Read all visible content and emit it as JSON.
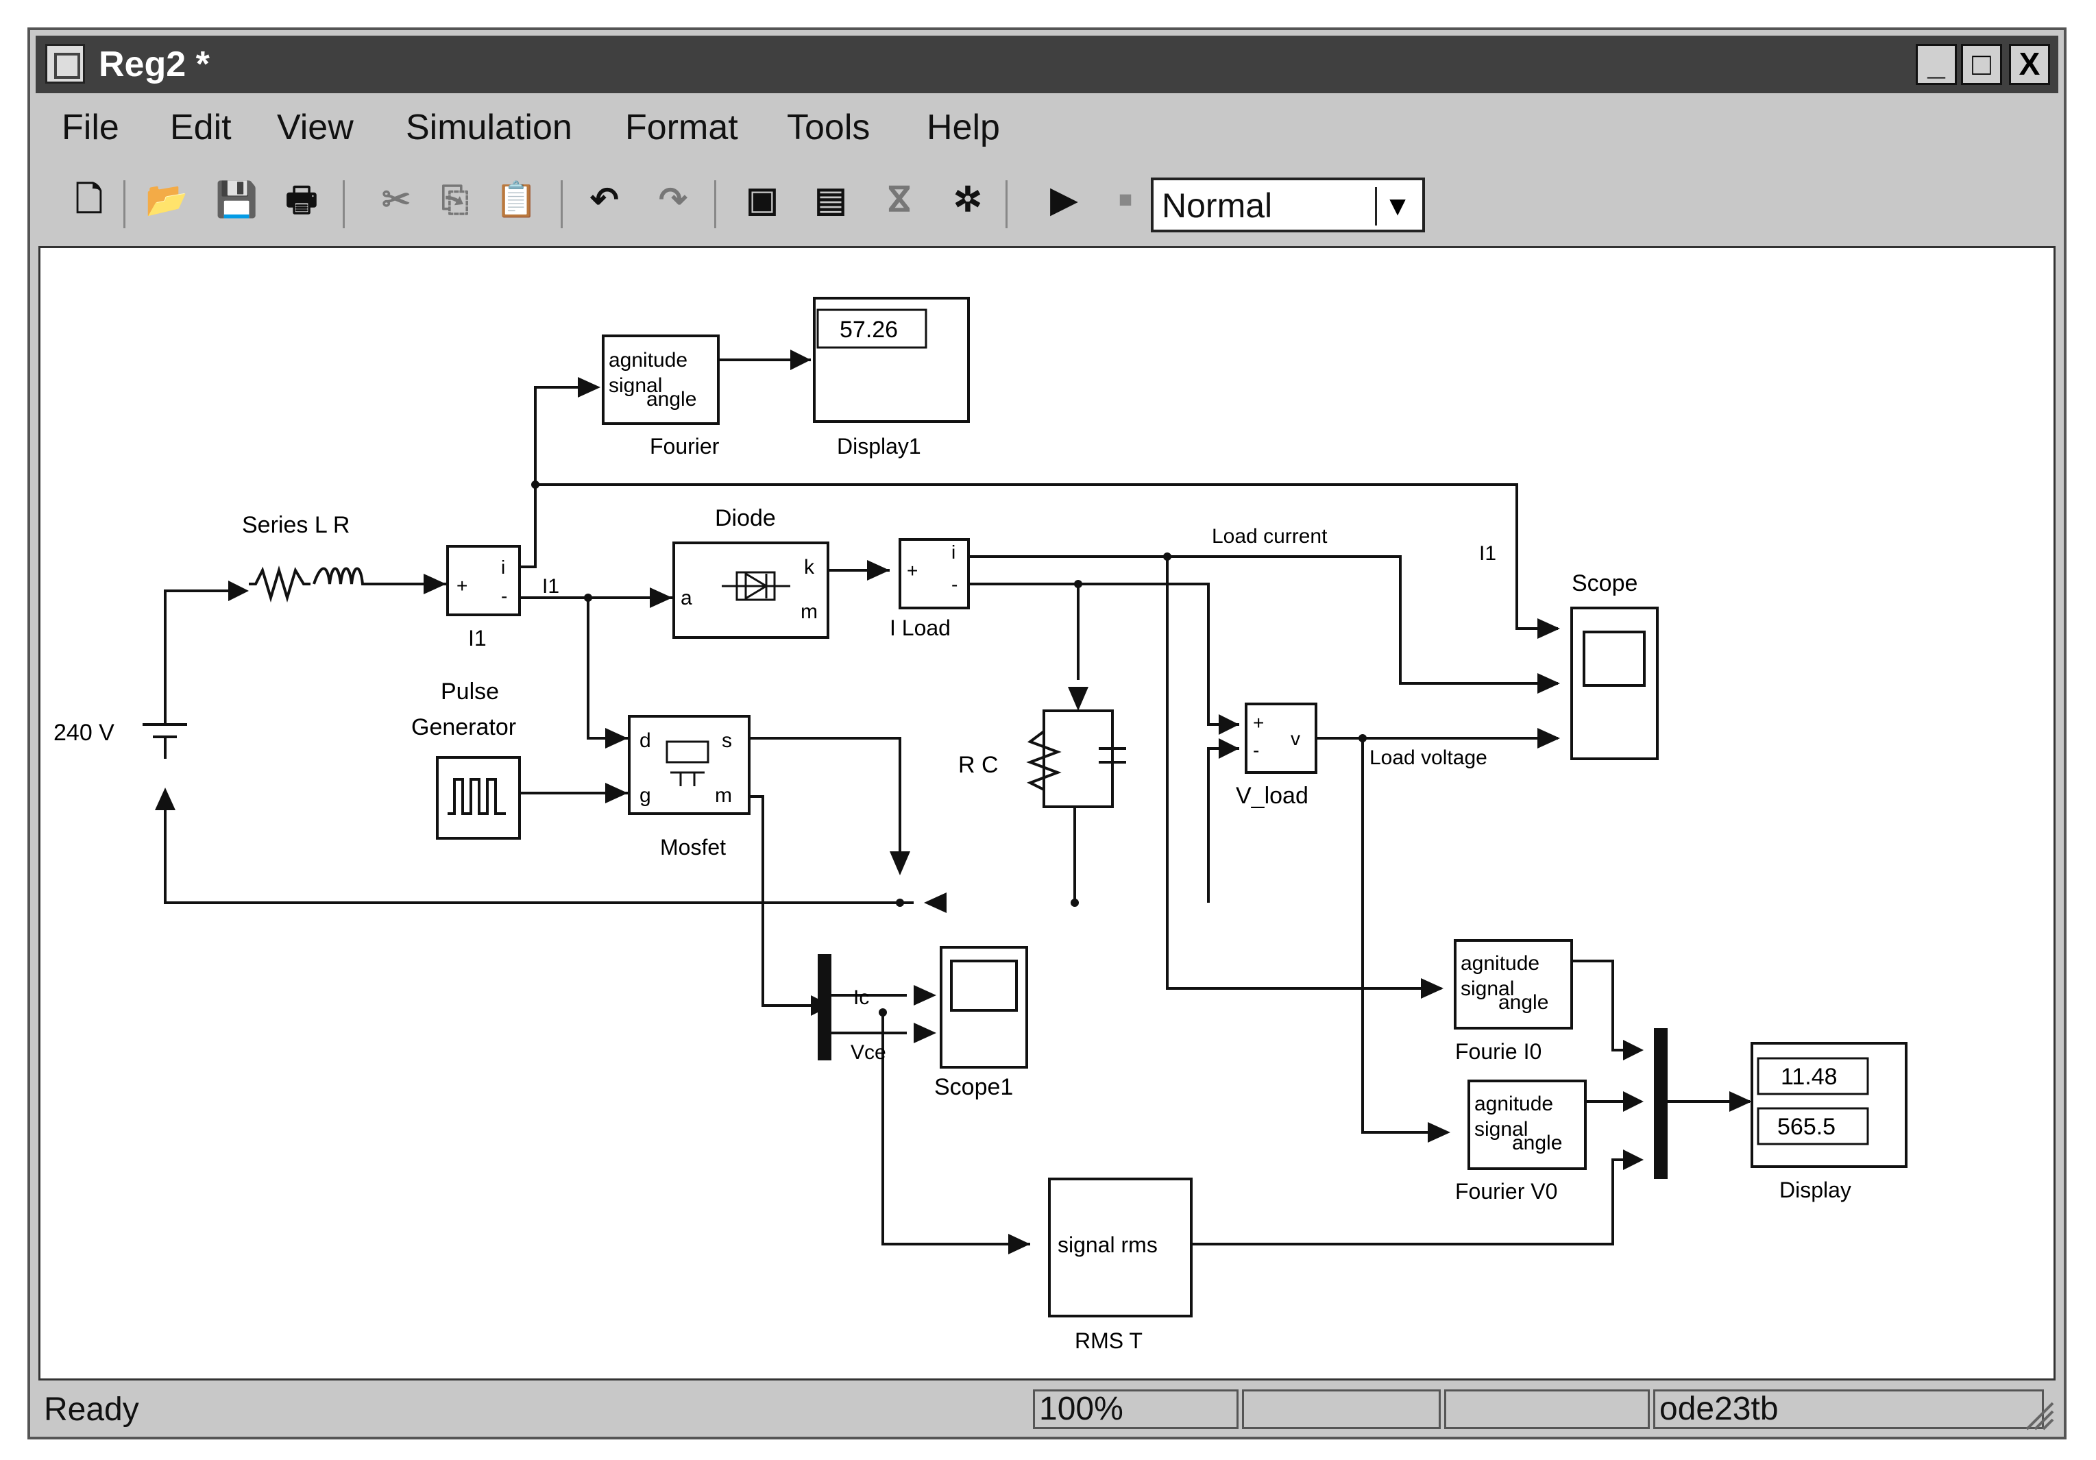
{
  "window": {
    "title": "Reg2 *",
    "minimize": "_",
    "maximize": "□",
    "close": "X"
  },
  "menu": {
    "items": [
      "File",
      "Edit",
      "View",
      "Simulation",
      "Format",
      "Tools",
      "Help"
    ]
  },
  "toolbar": {
    "sim_mode": "Normal"
  },
  "blocks": {
    "fourier": {
      "in": "agnitude",
      "sig": "signal",
      "angle": "angle",
      "label": "Fourier"
    },
    "display1": {
      "value": "57.26",
      "label": "Display1"
    },
    "series_lr": "Series L R",
    "i1": {
      "plus": "+",
      "minus": "-",
      "i": "i",
      "label": "I1"
    },
    "i1_out": "I1",
    "diode": {
      "title": "Diode",
      "a": "a",
      "k": "k",
      "m": "m"
    },
    "iload": {
      "plus": "+",
      "minus": "-",
      "i": "i",
      "label": "I Load"
    },
    "load_current": "Load current",
    "i1_scope": "I1",
    "scope": "Scope",
    "source": "240 V",
    "pulse_label_1": "Pulse",
    "pulse_label_2": "Generator",
    "mosfet": {
      "d": "d",
      "g": "g",
      "s": "s",
      "m": "m",
      "label": "Mosfet"
    },
    "rc": "R C",
    "vload": {
      "plus": "+",
      "minus": "-",
      "v": "v",
      "label": "V_load"
    },
    "load_voltage": "Load voltage",
    "mux_ic": "Ic",
    "mux_vce": "Vce",
    "scope1": "Scope1",
    "fourie_io": {
      "in": "agnitude",
      "sig": "signal",
      "angle": "angle",
      "label": "Fourie I0"
    },
    "fourier_vo": {
      "in": "agnitude",
      "sig": "signal",
      "angle": "angle",
      "label": "Fourier V0"
    },
    "display": {
      "value1": "11.48",
      "value2": "565.5",
      "label": "Display"
    },
    "rms": {
      "text": "signal rms",
      "label": "RMS T"
    }
  },
  "status": {
    "state": "Ready",
    "zoom": "100%",
    "solver": "ode23tb"
  }
}
